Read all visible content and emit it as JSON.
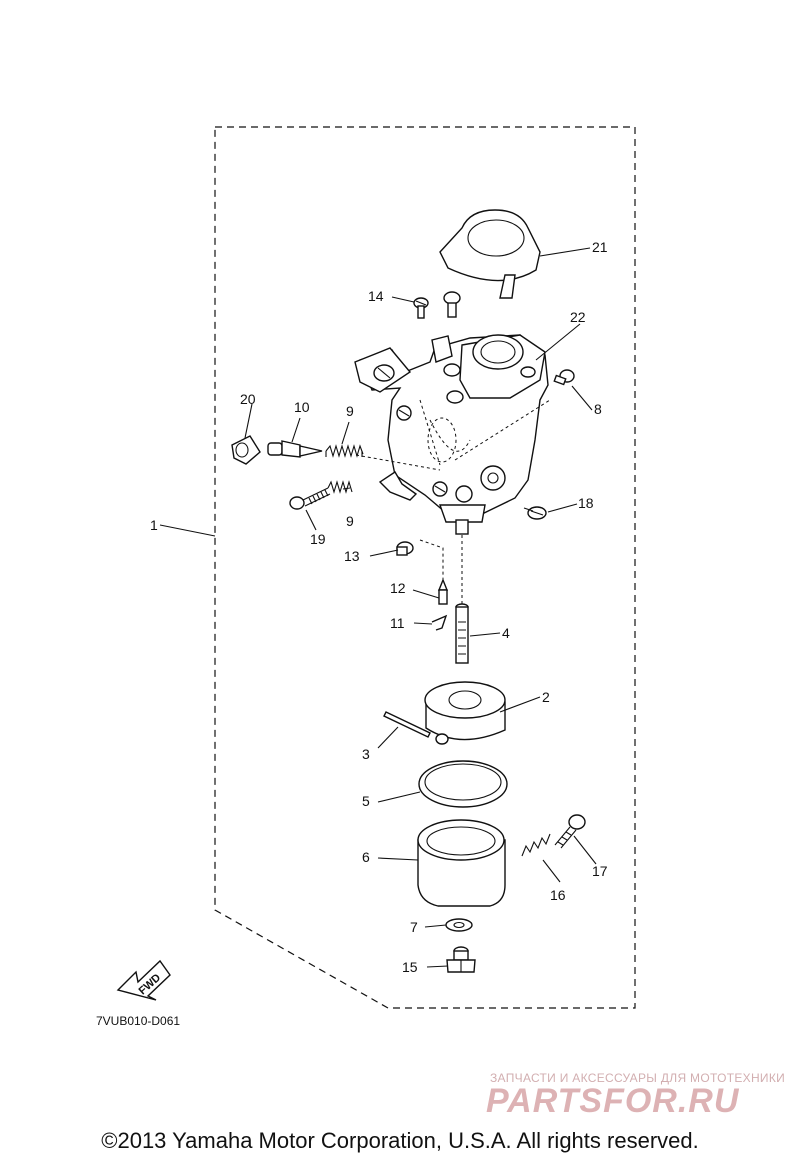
{
  "diagram": {
    "diagram_ref": "7VUB010-D061",
    "fwd_label": "FWD",
    "part_labels": {
      "p1": "1",
      "p2": "2",
      "p3": "3",
      "p4": "4",
      "p5": "5",
      "p6": "6",
      "p7": "7",
      "p8": "8",
      "p9a": "9",
      "p9b": "9",
      "p10": "10",
      "p11": "11",
      "p12": "12",
      "p13": "13",
      "p14": "14",
      "p15": "15",
      "p16": "16",
      "p17": "17",
      "p18": "18",
      "p19": "19",
      "p20": "20",
      "p21": "21",
      "p22": "22"
    }
  },
  "watermark": {
    "tagline": "ЗАПЧАСТИ И АКСЕССУАРЫ ДЛЯ МОТОТЕХНИКИ",
    "brand": "PARTSFOR.RU",
    "brand_color": "#ddb2b4"
  },
  "footer": {
    "copyright": "©2013 Yamaha Motor Corporation, U.S.A. All rights reserved."
  }
}
